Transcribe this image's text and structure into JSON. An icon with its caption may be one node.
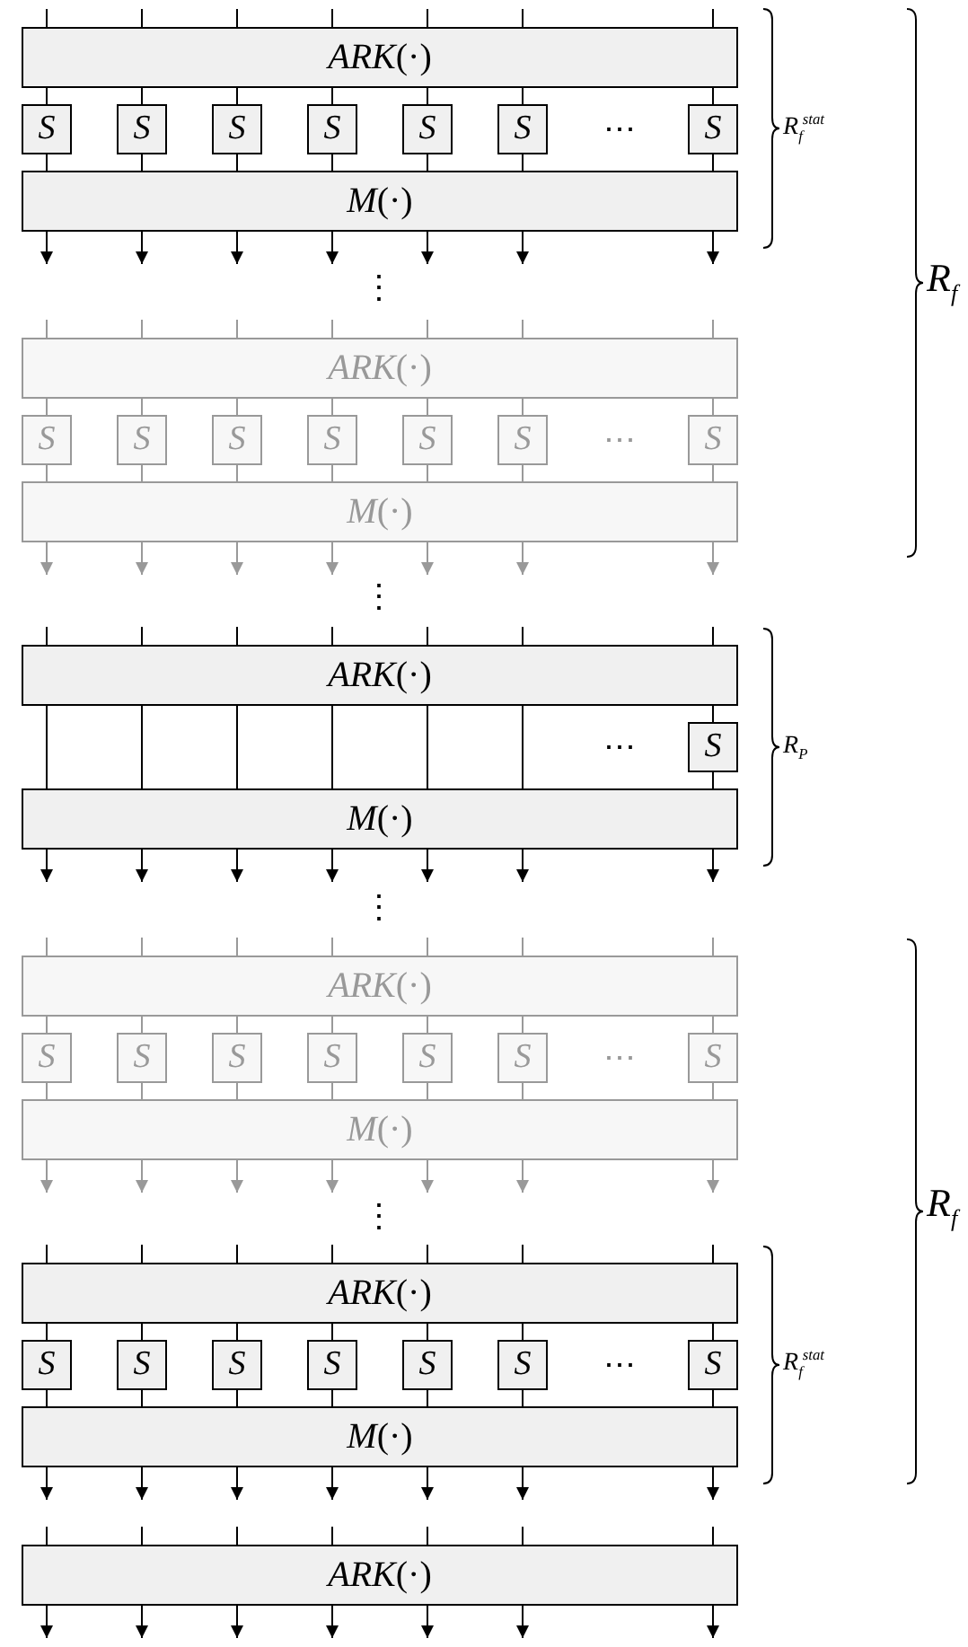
{
  "diagram": {
    "nodes": [
      {
        "text": [
          "*ARK*(·)"
        ]
      },
      {
        "text": [
          "S"
        ]
      },
      {
        "text": [
          "S"
        ]
      },
      {
        "text": [
          "S"
        ]
      },
      {
        "text": [
          "S"
        ]
      },
      {
        "text": [
          "S"
        ]
      },
      {
        "text": [
          "S"
        ]
      },
      {
        "text": [
          "S"
        ]
      },
      {
        "text": [
          "*M*(·)"
        ]
      },
      {
        "text": [
          "*ARK*(·)"
        ]
      },
      {
        "text": [
          "S"
        ]
      },
      {
        "text": [
          "S"
        ]
      },
      {
        "text": [
          "S"
        ]
      },
      {
        "text": [
          "S"
        ]
      },
      {
        "text": [
          "S"
        ]
      },
      {
        "text": [
          "S"
        ]
      },
      {
        "text": [
          "S"
        ]
      },
      {
        "text": [
          "*M*(·)"
        ]
      },
      {
        "text": [
          "*ARK*(·)"
        ]
      },
      {
        "text": [
          "S"
        ]
      },
      {
        "text": [
          "*M*(·)"
        ]
      },
      {
        "text": [
          "*ARK*(·)"
        ]
      },
      {
        "text": [
          "S"
        ]
      },
      {
        "text": [
          "S"
        ]
      },
      {
        "text": [
          "S"
        ]
      },
      {
        "text": [
          "S"
        ]
      },
      {
        "text": [
          "S"
        ]
      },
      {
        "text": [
          "S"
        ]
      },
      {
        "text": [
          "S"
        ]
      },
      {
        "text": [
          "*M*(·)"
        ]
      },
      {
        "text": [
          "*ARK*(·)"
        ]
      },
      {
        "text": [
          "S"
        ]
      },
      {
        "text": [
          "S"
        ]
      },
      {
        "text": [
          "S"
        ]
      },
      {
        "text": [
          "S"
        ]
      },
      {
        "text": [
          "S"
        ]
      },
      {
        "text": [
          "S"
        ]
      },
      {
        "text": [
          "S"
        ]
      },
      {
        "text": [
          "*M*(·)"
        ]
      },
      {
        "text": [
          "*ARK*(·)"
        ]
      }
    ],
    "edges": [
      {
        "from": null,
        "to": 0,
        "arrow": "none"
      },
      {
        "from": null,
        "to": 0,
        "arrow": "none"
      },
      {
        "from": null,
        "to": 0,
        "arrow": "none"
      },
      {
        "from": null,
        "to": 0,
        "arrow": "none"
      },
      {
        "from": null,
        "to": 0,
        "arrow": "none"
      },
      {
        "from": null,
        "to": 0,
        "arrow": "none"
      },
      {
        "from": null,
        "to": 0,
        "arrow": "none"
      },
      {
        "from": 0,
        "to": 1,
        "arrow": "none"
      },
      {
        "from": 0,
        "to": 2,
        "arrow": "none"
      },
      {
        "from": 0,
        "to": 3,
        "arrow": "none"
      },
      {
        "from": 0,
        "to": 4,
        "arrow": "none"
      },
      {
        "from": 0,
        "to": 5,
        "arrow": "none"
      },
      {
        "from": 0,
        "to": 6,
        "arrow": "none"
      },
      {
        "from": 0,
        "to": 7,
        "arrow": "none"
      },
      {
        "from": 1,
        "to": 8,
        "arrow": "none"
      },
      {
        "from": 2,
        "to": 8,
        "arrow": "none"
      },
      {
        "from": 3,
        "to": 8,
        "arrow": "none"
      },
      {
        "from": 4,
        "to": 8,
        "arrow": "none"
      },
      {
        "from": 5,
        "to": 8,
        "arrow": "none"
      },
      {
        "from": 6,
        "to": 8,
        "arrow": "none"
      },
      {
        "from": 7,
        "to": 8,
        "arrow": "none"
      },
      {
        "from": 8,
        "to": null,
        "arrow": "to"
      },
      {
        "from": 8,
        "to": null,
        "arrow": "to"
      },
      {
        "from": 8,
        "to": null,
        "arrow": "to"
      },
      {
        "from": 8,
        "to": null,
        "arrow": "to"
      },
      {
        "from": 8,
        "to": null,
        "arrow": "to"
      },
      {
        "from": 8,
        "to": null,
        "arrow": "to"
      },
      {
        "from": 8,
        "to": null,
        "arrow": "to"
      },
      {
        "from": null,
        "to": 9,
        "arrow": "none",
        "color": "#999999"
      },
      {
        "from": null,
        "to": 9,
        "arrow": "none",
        "color": "#999999"
      },
      {
        "from": null,
        "to": 9,
        "arrow": "none",
        "color": "#999999"
      },
      {
        "from": null,
        "to": 9,
        "arrow": "none",
        "color": "#999999"
      },
      {
        "from": null,
        "to": 9,
        "arrow": "none",
        "color": "#999999"
      },
      {
        "from": null,
        "to": 9,
        "arrow": "none",
        "color": "#999999"
      },
      {
        "from": null,
        "to": 9,
        "arrow": "none",
        "color": "#999999"
      },
      {
        "from": 9,
        "to": 10,
        "arrow": "none",
        "color": "#999999"
      },
      {
        "from": 9,
        "to": 11,
        "arrow": "none",
        "color": "#999999"
      },
      {
        "from": 9,
        "to": 12,
        "arrow": "none",
        "color": "#999999"
      },
      {
        "from": 9,
        "to": 13,
        "arrow": "none",
        "color": "#999999"
      },
      {
        "from": 9,
        "to": 14,
        "arrow": "none",
        "color": "#999999"
      },
      {
        "from": 9,
        "to": 15,
        "arrow": "none",
        "color": "#999999"
      },
      {
        "from": 9,
        "to": 16,
        "arrow": "none",
        "color": "#999999"
      },
      {
        "from": 10,
        "to": 17,
        "arrow": "none",
        "color": "#999999"
      },
      {
        "from": 11,
        "to": 17,
        "arrow": "none",
        "color": "#999999"
      },
      {
        "from": 12,
        "to": 17,
        "arrow": "none",
        "color": "#999999"
      },
      {
        "from": 13,
        "to": 17,
        "arrow": "none",
        "color": "#999999"
      },
      {
        "from": 14,
        "to": 17,
        "arrow": "none",
        "color": "#999999"
      },
      {
        "from": 15,
        "to": 17,
        "arrow": "none",
        "color": "#999999"
      },
      {
        "from": 16,
        "to": 17,
        "arrow": "none",
        "color": "#999999"
      },
      {
        "from": 17,
        "to": null,
        "arrow": "to",
        "color": "#999999"
      },
      {
        "from": 17,
        "to": null,
        "arrow": "to",
        "color": "#999999"
      },
      {
        "from": 17,
        "to": null,
        "arrow": "to",
        "color": "#999999"
      },
      {
        "from": 17,
        "to": null,
        "arrow": "to",
        "color": "#999999"
      },
      {
        "from": 17,
        "to": null,
        "arrow": "to",
        "color": "#999999"
      },
      {
        "from": 17,
        "to": null,
        "arrow": "to",
        "color": "#999999"
      },
      {
        "from": 17,
        "to": null,
        "arrow": "to",
        "color": "#999999"
      },
      {
        "from": null,
        "to": 18,
        "arrow": "none"
      },
      {
        "from": null,
        "to": 18,
        "arrow": "none"
      },
      {
        "from": null,
        "to": 18,
        "arrow": "none"
      },
      {
        "from": null,
        "to": 18,
        "arrow": "none"
      },
      {
        "from": null,
        "to": 18,
        "arrow": "none"
      },
      {
        "from": null,
        "to": 18,
        "arrow": "none"
      },
      {
        "from": null,
        "to": 18,
        "arrow": "none"
      },
      {
        "from": 18,
        "to": 20,
        "arrow": "none"
      },
      {
        "from": 18,
        "to": 20,
        "arrow": "none"
      },
      {
        "from": 18,
        "to": 20,
        "arrow": "none"
      },
      {
        "from": 18,
        "to": 20,
        "arrow": "none"
      },
      {
        "from": 18,
        "to": 20,
        "arrow": "none"
      },
      {
        "from": 18,
        "to": 20,
        "arrow": "none"
      },
      {
        "from": 18,
        "to": 19,
        "arrow": "none"
      },
      {
        "from": 19,
        "to": 20,
        "arrow": "none"
      },
      {
        "from": 20,
        "to": null,
        "arrow": "to"
      },
      {
        "from": 20,
        "to": null,
        "arrow": "to"
      },
      {
        "from": 20,
        "to": null,
        "arrow": "to"
      },
      {
        "from": 20,
        "to": null,
        "arrow": "to"
      },
      {
        "from": 20,
        "to": null,
        "arrow": "to"
      },
      {
        "from": 20,
        "to": null,
        "arrow": "to"
      },
      {
        "from": 20,
        "to": null,
        "arrow": "to"
      },
      {
        "from": null,
        "to": 21,
        "arrow": "none",
        "color": "#999999"
      },
      {
        "from": null,
        "to": 21,
        "arrow": "none",
        "color": "#999999"
      },
      {
        "from": null,
        "to": 21,
        "arrow": "none",
        "color": "#999999"
      },
      {
        "from": null,
        "to": 21,
        "arrow": "none",
        "color": "#999999"
      },
      {
        "from": null,
        "to": 21,
        "arrow": "none",
        "color": "#999999"
      },
      {
        "from": null,
        "to": 21,
        "arrow": "none",
        "color": "#999999"
      },
      {
        "from": null,
        "to": 21,
        "arrow": "none",
        "color": "#999999"
      },
      {
        "from": 21,
        "to": 22,
        "arrow": "none",
        "color": "#999999"
      },
      {
        "from": 21,
        "to": 23,
        "arrow": "none",
        "color": "#999999"
      },
      {
        "from": 21,
        "to": 24,
        "arrow": "none",
        "color": "#999999"
      },
      {
        "from": 21,
        "to": 25,
        "arrow": "none",
        "color": "#999999"
      },
      {
        "from": 21,
        "to": 26,
        "arrow": "none",
        "color": "#999999"
      },
      {
        "from": 21,
        "to": 27,
        "arrow": "none",
        "color": "#999999"
      },
      {
        "from": 21,
        "to": 28,
        "arrow": "none",
        "color": "#999999"
      },
      {
        "from": 22,
        "to": 29,
        "arrow": "none",
        "color": "#999999"
      },
      {
        "from": 23,
        "to": 29,
        "arrow": "none",
        "color": "#999999"
      },
      {
        "from": 24,
        "to": 29,
        "arrow": "none",
        "color": "#999999"
      },
      {
        "from": 25,
        "to": 29,
        "arrow": "none",
        "color": "#999999"
      },
      {
        "from": 26,
        "to": 29,
        "arrow": "none",
        "color": "#999999"
      },
      {
        "from": 27,
        "to": 29,
        "arrow": "none",
        "color": "#999999"
      },
      {
        "from": 28,
        "to": 29,
        "arrow": "none",
        "color": "#999999"
      },
      {
        "from": 29,
        "to": null,
        "arrow": "to",
        "color": "#999999"
      },
      {
        "from": 29,
        "to": null,
        "arrow": "to",
        "color": "#999999"
      },
      {
        "from": 29,
        "to": null,
        "arrow": "to",
        "color": "#999999"
      },
      {
        "from": 29,
        "to": null,
        "arrow": "to",
        "color": "#999999"
      },
      {
        "from": 29,
        "to": null,
        "arrow": "to",
        "color": "#999999"
      },
      {
        "from": 29,
        "to": null,
        "arrow": "to",
        "color": "#999999"
      },
      {
        "from": 29,
        "to": null,
        "arrow": "to",
        "color": "#999999"
      },
      {
        "from": null,
        "to": 30,
        "arrow": "none"
      },
      {
        "from": null,
        "to": 30,
        "arrow": "none"
      },
      {
        "from": null,
        "to": 30,
        "arrow": "none"
      },
      {
        "from": null,
        "to": 30,
        "arrow": "none"
      },
      {
        "from": null,
        "to": 30,
        "arrow": "none"
      },
      {
        "from": null,
        "to": 30,
        "arrow": "none"
      },
      {
        "from": null,
        "to": 30,
        "arrow": "none"
      },
      {
        "from": 30,
        "to": 31,
        "arrow": "none"
      },
      {
        "from": 30,
        "to": 32,
        "arrow": "none"
      },
      {
        "from": 30,
        "to": 33,
        "arrow": "none"
      },
      {
        "from": 30,
        "to": 34,
        "arrow": "none"
      },
      {
        "from": 30,
        "to": 35,
        "arrow": "none"
      },
      {
        "from": 30,
        "to": 36,
        "arrow": "none"
      },
      {
        "from": 30,
        "to": 37,
        "arrow": "none"
      },
      {
        "from": 31,
        "to": 38,
        "arrow": "none"
      },
      {
        "from": 32,
        "to": 38,
        "arrow": "none"
      },
      {
        "from": 33,
        "to": 38,
        "arrow": "none"
      },
      {
        "from": 34,
        "to": 38,
        "arrow": "none"
      },
      {
        "from": 35,
        "to": 38,
        "arrow": "none"
      },
      {
        "from": 36,
        "to": 38,
        "arrow": "none"
      },
      {
        "from": 37,
        "to": 38,
        "arrow": "none"
      },
      {
        "from": 38,
        "to": null,
        "arrow": "to"
      },
      {
        "from": 38,
        "to": null,
        "arrow": "to"
      },
      {
        "from": 38,
        "to": null,
        "arrow": "to"
      },
      {
        "from": 38,
        "to": null,
        "arrow": "to"
      },
      {
        "from": 38,
        "to": null,
        "arrow": "to"
      },
      {
        "from": 38,
        "to": null,
        "arrow": "to"
      },
      {
        "from": 38,
        "to": null,
        "arrow": "to"
      },
      {
        "from": null,
        "to": 39,
        "arrow": "none"
      },
      {
        "from": null,
        "to": 39,
        "arrow": "none"
      },
      {
        "from": null,
        "to": 39,
        "arrow": "none"
      },
      {
        "from": null,
        "to": 39,
        "arrow": "none"
      },
      {
        "from": null,
        "to": 39,
        "arrow": "none"
      },
      {
        "from": null,
        "to": 39,
        "arrow": "none"
      },
      {
        "from": null,
        "to": 39,
        "arrow": "none"
      },
      {
        "from": 39,
        "to": null,
        "arrow": "to"
      },
      {
        "from": 39,
        "to": null,
        "arrow": "to"
      },
      {
        "from": 39,
        "to": null,
        "arrow": "to"
      },
      {
        "from": 39,
        "to": null,
        "arrow": "to"
      },
      {
        "from": 39,
        "to": null,
        "arrow": "to"
      },
      {
        "from": 39,
        "to": null,
        "arrow": "to"
      },
      {
        "from": 39,
        "to": null,
        "arrow": "to"
      }
    ],
    "labels": [
      "⋯",
      "R$_{f}$$^{stat}$",
      "R$_{f}$",
      "⋮",
      "⋯",
      "⋮",
      "⋯",
      "R$_{P}$",
      "⋮",
      "⋯",
      "R$_{f}$",
      "⋮",
      "⋯",
      "R$_{f}$$^{stat}$"
    ]
  }
}
